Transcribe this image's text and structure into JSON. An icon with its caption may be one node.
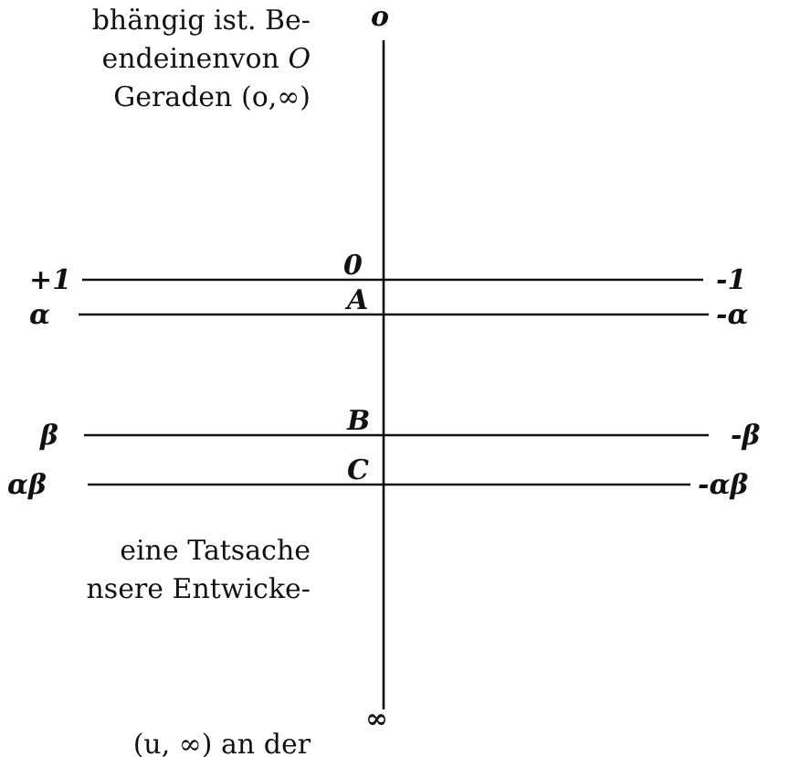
{
  "diagram": {
    "labels": [
      "bhängig ist. Be-",
      "endeinenvon *O*",
      "Geraden (o,∞)",
      "o",
      "0",
      "+1",
      "-1",
      "A",
      "α",
      "-α",
      "B",
      "β",
      "-β",
      "C",
      "αβ",
      "-αβ",
      "eine Tatsache",
      "nsere Entwicke-",
      "∞",
      "(u, ∞) an der"
    ]
  }
}
